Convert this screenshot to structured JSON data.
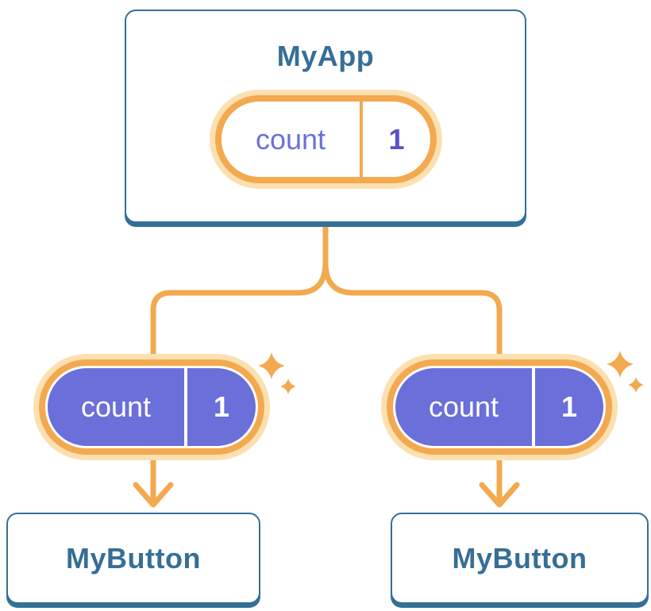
{
  "diagram": {
    "root_card": {
      "title": "MyApp",
      "state_pill": {
        "label": "count",
        "value": "1"
      }
    },
    "left_branch": {
      "prop_pill": {
        "label": "count",
        "value": "1"
      },
      "card": {
        "title": "MyButton"
      }
    },
    "right_branch": {
      "prop_pill": {
        "label": "count",
        "value": "1"
      },
      "card": {
        "title": "MyButton"
      }
    }
  },
  "colors": {
    "orange": "#F3A94F",
    "orange_pale": "#FBE0B1",
    "purple": "#6A6FD9",
    "purple_label": "#6B70DC",
    "purple_value": "#5A50CE",
    "blue": "#366E96",
    "border_blue": "#337098"
  }
}
